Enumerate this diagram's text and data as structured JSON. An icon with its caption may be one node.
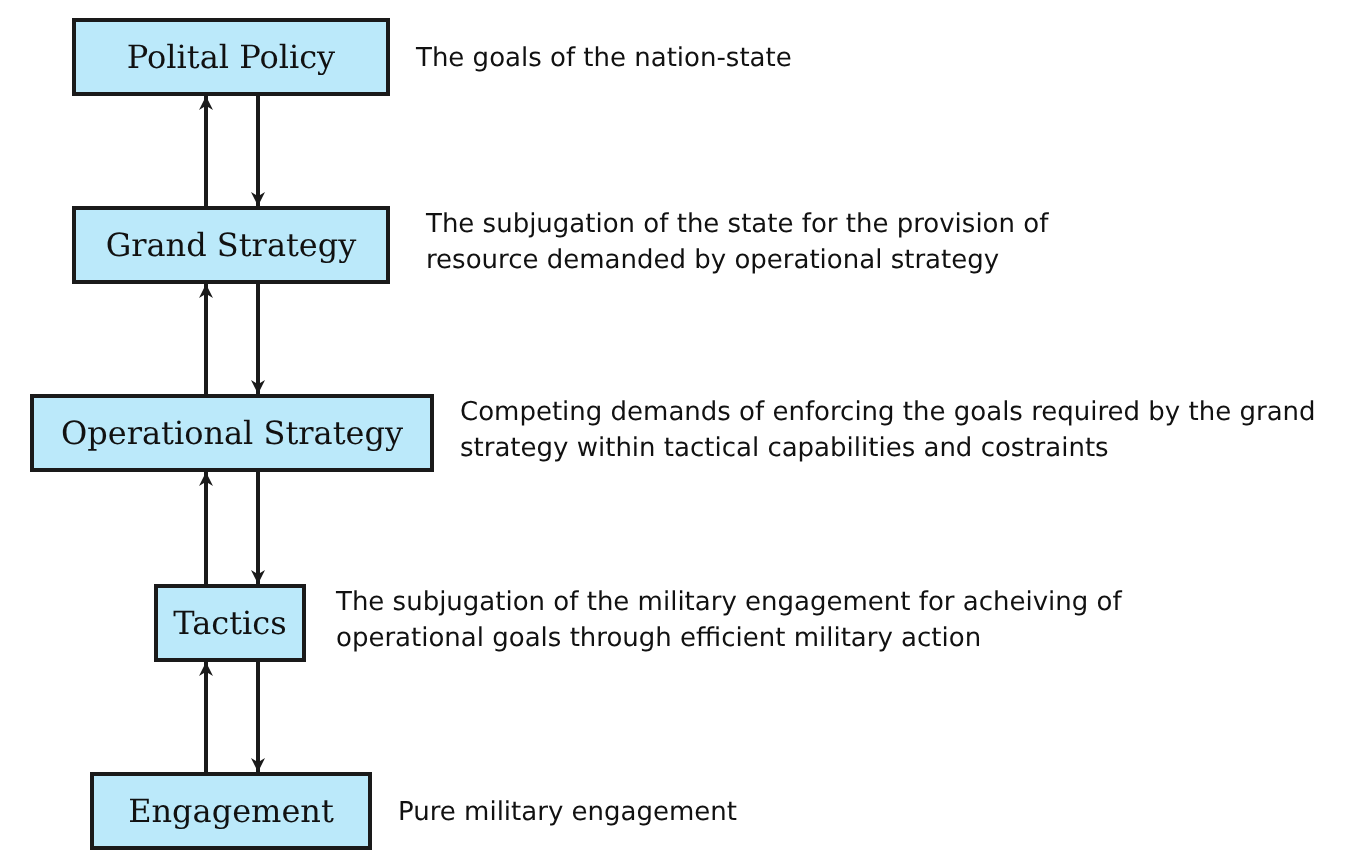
{
  "diagram": {
    "nodes": [
      {
        "text": [
          "Polital Policy"
        ],
        "beside": [
          "The goals of the nation-state"
        ]
      },
      {
        "text": [
          "Grand Strategy"
        ],
        "beside": [
          "The subjugation of the state for the provision of resource demanded by operational strategy"
        ]
      },
      {
        "text": [
          "Operational Strategy"
        ],
        "beside": [
          "Competing demands of enforcing the goals required by the grand strategy within tactical capabilities and costraints"
        ]
      },
      {
        "text": [
          "Tactics"
        ],
        "beside": [
          "The subjugation of the military engagement for acheiving of operational goals through efficient military action"
        ]
      },
      {
        "text": [
          "Engagement"
        ],
        "beside": [
          "Pure military engagement"
        ]
      }
    ],
    "edges": [
      {
        "from": 1,
        "to": 0,
        "arrow": "to"
      },
      {
        "from": 0,
        "to": 1,
        "arrow": "to"
      },
      {
        "from": 2,
        "to": 1,
        "arrow": "to"
      },
      {
        "from": 1,
        "to": 2,
        "arrow": "to"
      },
      {
        "from": 3,
        "to": 2,
        "arrow": "to"
      },
      {
        "from": 2,
        "to": 3,
        "arrow": "to"
      },
      {
        "from": 4,
        "to": 3,
        "arrow": "to"
      },
      {
        "from": 3,
        "to": 4,
        "arrow": "to"
      }
    ]
  }
}
